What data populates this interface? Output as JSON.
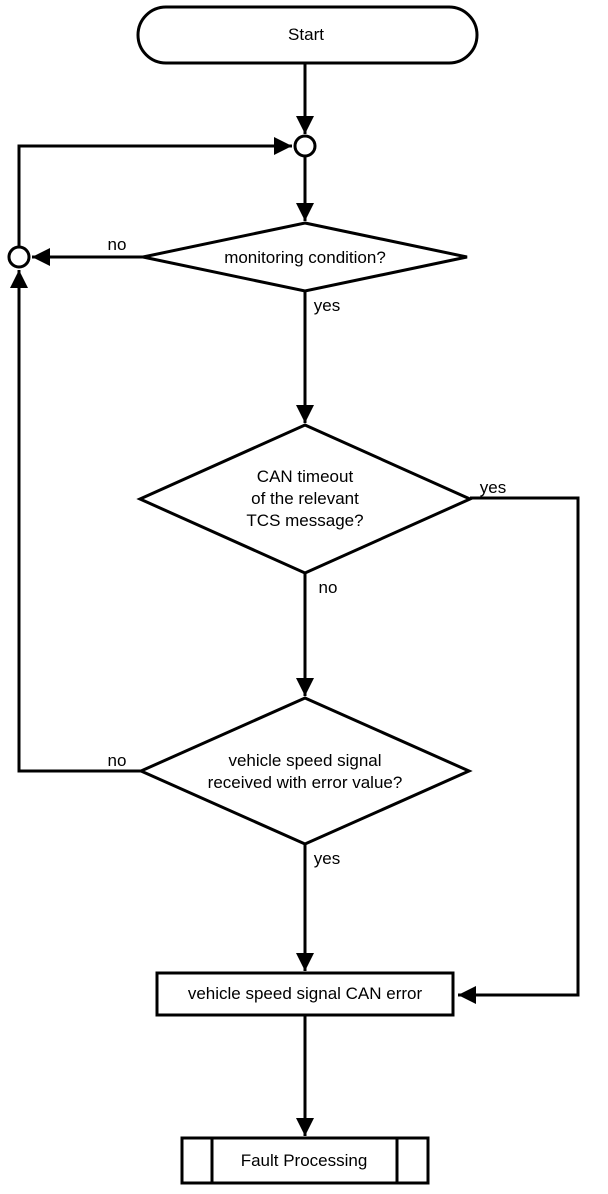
{
  "diagram": {
    "type": "flowchart",
    "colors": {
      "stroke": "#000000",
      "fill": "#ffffff",
      "text": "#000000"
    },
    "nodes": {
      "start": {
        "shape": "terminator",
        "label": "Start"
      },
      "junction_top": {
        "shape": "connector",
        "label": ""
      },
      "junction_left": {
        "shape": "connector",
        "label": ""
      },
      "monitoring_decision": {
        "shape": "diamond",
        "label": "monitoring condition?"
      },
      "can_timeout_decision": {
        "shape": "diamond",
        "label": "CAN timeout\nof the relevant\nTCS message?"
      },
      "vehicle_speed_decision": {
        "shape": "diamond",
        "label": "vehicle speed signal\nreceived with error value?"
      },
      "can_error_process": {
        "shape": "process",
        "label": "vehicle speed signal CAN error"
      },
      "fault_processing": {
        "shape": "predefined-process",
        "label": "Fault Processing"
      }
    },
    "edge_labels": {
      "monitoring_no": "no",
      "monitoring_yes": "yes",
      "can_timeout_yes": "yes",
      "can_timeout_no": "no",
      "vehicle_speed_no": "no",
      "vehicle_speed_yes": "yes"
    }
  }
}
